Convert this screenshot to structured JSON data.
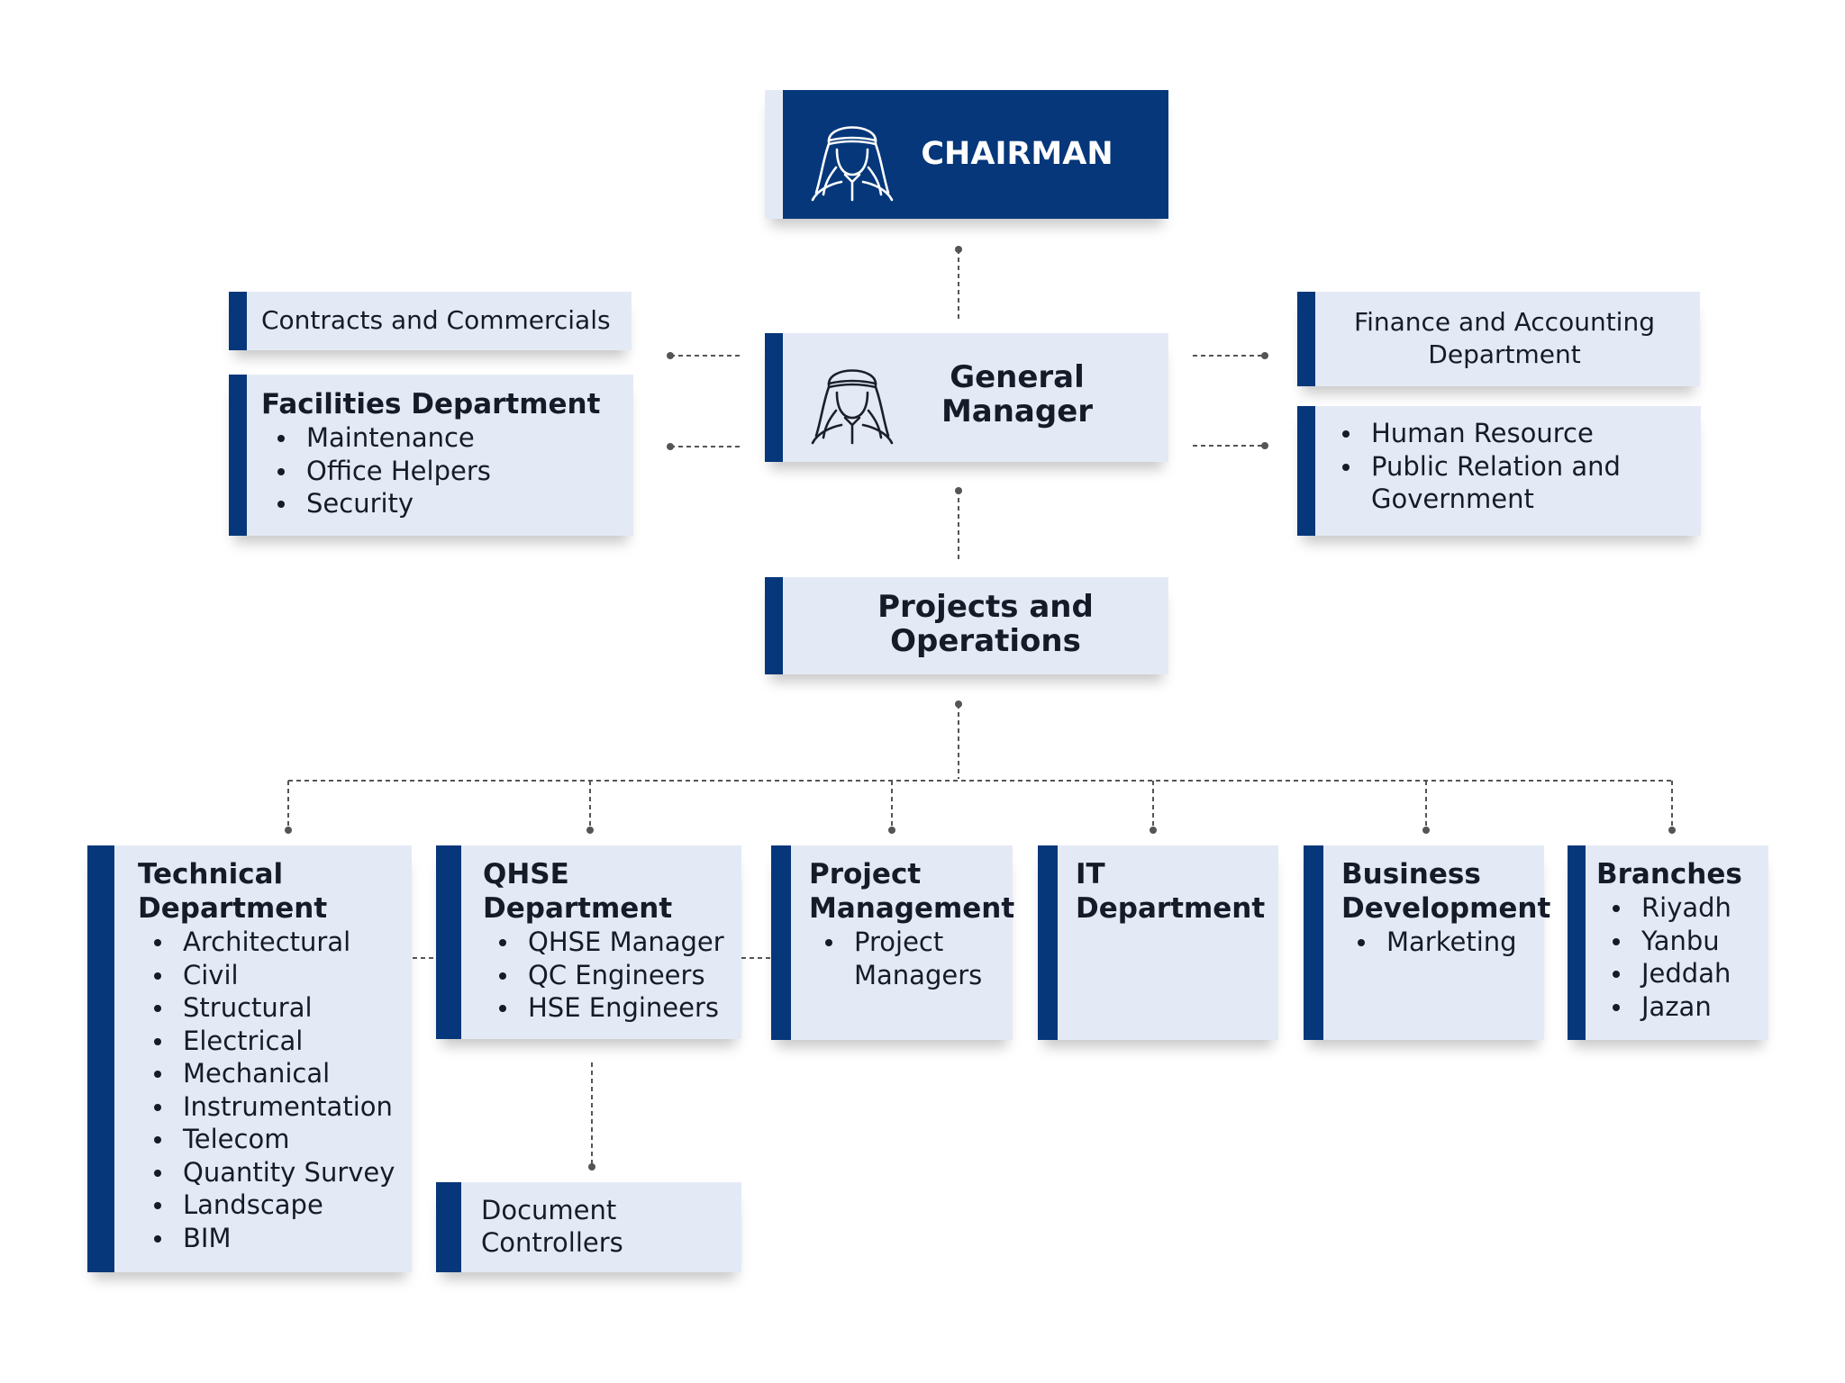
{
  "chairman": {
    "title": "CHAIRMAN"
  },
  "general_manager": {
    "title": "General Manager"
  },
  "projects_operations": {
    "title": "Projects and Operations"
  },
  "contracts": {
    "label": "Contracts and Commercials"
  },
  "facilities": {
    "title": "Facilities Department",
    "items": [
      "Maintenance",
      "Office Helpers",
      "Security"
    ]
  },
  "finance": {
    "label": "Finance and Accounting Department"
  },
  "hr": {
    "items": [
      "Human Resource",
      "Public Relation and Government"
    ]
  },
  "technical": {
    "title": "Technical Department",
    "items": [
      "Architectural",
      "Civil",
      "Structural",
      "Electrical",
      "Mechanical",
      "Instrumentation",
      "Telecom",
      "Quantity Survey",
      "Landscape",
      "BIM"
    ]
  },
  "qhse": {
    "title": "QHSE Department",
    "items": [
      "QHSE Manager",
      "QC Engineers",
      "HSE Engineers"
    ]
  },
  "project_management": {
    "title": "Project Management",
    "items": [
      "Project Managers"
    ]
  },
  "it": {
    "title": "IT Department"
  },
  "business_development": {
    "title": "Business Development",
    "items": [
      "Marketing"
    ]
  },
  "branches": {
    "title": "Branches",
    "items": [
      "Riyadh",
      "Yanbu",
      "Jeddah",
      "Jazan"
    ]
  },
  "document_controllers": {
    "label": "Document Controllers"
  },
  "icons": {
    "chairman": "person-headdress-icon",
    "general_manager": "person-headdress-icon"
  },
  "colors": {
    "accent": "#05377a",
    "box_fill": "#e4eaf5",
    "connector": "#555555"
  }
}
